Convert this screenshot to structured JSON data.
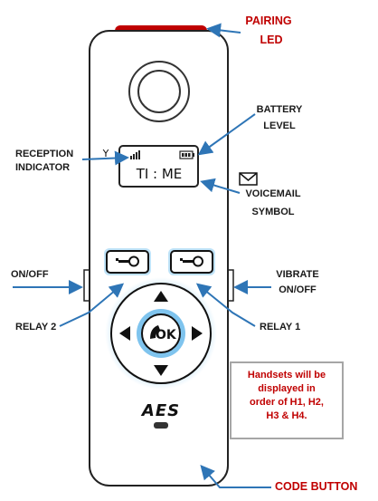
{
  "labels": {
    "pairing_led_1": "PAIRING",
    "pairing_led_2": "LED",
    "battery_level_1": "BATTERY",
    "battery_level_2": "LEVEL",
    "reception_indicator_1": "RECEPTION",
    "reception_indicator_2": "INDICATOR",
    "voicemail_symbol_1": "VOICEMAIL",
    "voicemail_symbol_2": "SYMBOL",
    "on_off": "ON/OFF",
    "vibrate_1": "VIBRATE",
    "vibrate_2": "ON/OFF",
    "relay_2": "RELAY 2",
    "relay_1": "RELAY 1",
    "code_button": "CODE BUTTON"
  },
  "screen": {
    "text": "TI : ME",
    "signal_prefix": "Y"
  },
  "ok_button_label": "OK",
  "brand_logo": "AES",
  "note": {
    "line1": "Handsets will be",
    "line2": "displayed in",
    "line3": "order of H1, H2,",
    "line4": "H3 & H4."
  },
  "colors": {
    "arrow_blue": "#2e75b6",
    "led_red": "#c00000",
    "button_blue": "#3d9ad1",
    "label_red": "#c00000"
  },
  "icons": [
    "envelope-icon",
    "key-icon",
    "signal-icon",
    "battery-icon",
    "arrow-up-icon",
    "arrow-down-icon",
    "arrow-left-icon",
    "arrow-right-icon"
  ]
}
